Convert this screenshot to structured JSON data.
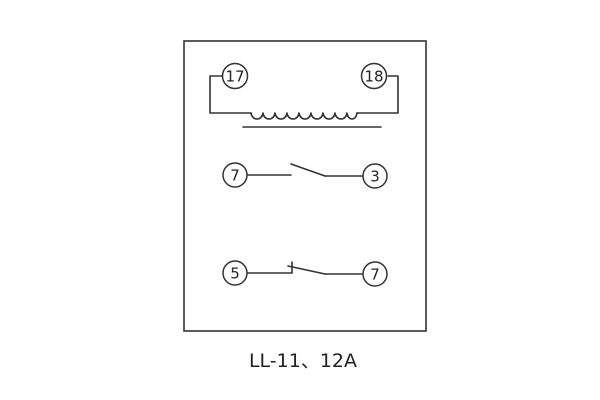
{
  "terminals": {
    "coil_left": "17",
    "coil_right": "18",
    "contact1_left": "7",
    "contact1_right": "3",
    "contact2_left": "5",
    "contact2_right": "7"
  },
  "caption": "LL-11、12A",
  "colors": {
    "line": "#333333",
    "background": "#ffffff"
  }
}
